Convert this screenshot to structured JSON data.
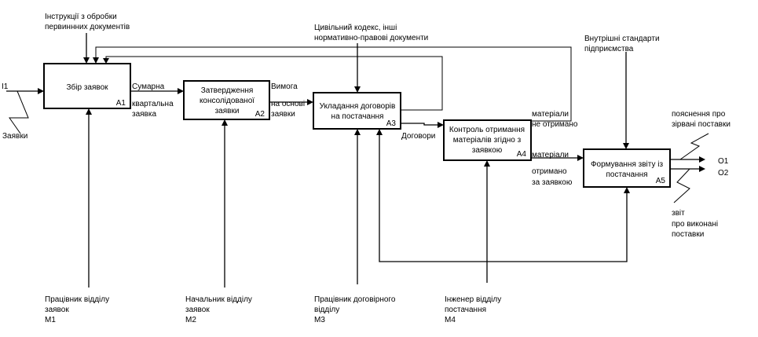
{
  "boxes": [
    {
      "title": [
        "Збір заявок"
      ],
      "id": "A1"
    },
    {
      "title": [
        "Затвердження",
        "консолідованої",
        "заявки"
      ],
      "id": "A2"
    },
    {
      "title": [
        "Укладання договорів",
        "на постачання"
      ],
      "id": "A3"
    },
    {
      "title": [
        "Контроль отримання",
        "матеріалів згідно з",
        "заявкою"
      ],
      "id": "A4"
    },
    {
      "title": [
        "Формування звіту із",
        "постачання"
      ],
      "id": "A5"
    }
  ],
  "inputs": {
    "tag": "I1",
    "label": "Заявки"
  },
  "controls": {
    "c1": [
      "Інструкції з обробки",
      "первиннних документів"
    ],
    "c2": [
      "Цивільний кодекс, інші",
      "нормативно-правові документи"
    ],
    "c3": [
      "Внутрішні стандарти",
      "підприємства"
    ]
  },
  "flows": {
    "a1_a2": [
      "Сумарна",
      "квартальна",
      "заявка"
    ],
    "a2_a3": [
      "Вимога",
      "на основі",
      "заявки"
    ],
    "a3_a4": "Договори",
    "not_received": [
      "матеріали",
      "не отримано"
    ],
    "received": [
      "матеріали",
      "отримано",
      "за заявкою"
    ]
  },
  "outputs": {
    "o1_tag": "O1",
    "o2_tag": "O2",
    "o1_label": [
      "пояснення про",
      "зірвані поставки"
    ],
    "o2_label": [
      "звіт",
      "про виконані",
      "поставки"
    ]
  },
  "mechanisms": [
    {
      "lines": [
        "Працівник відділу",
        "заявок"
      ],
      "tag": "M1"
    },
    {
      "lines": [
        "Начальник відділу",
        "заявок"
      ],
      "tag": "M2"
    },
    {
      "lines": [
        "Працівник договірного",
        "відділу"
      ],
      "tag": "M3"
    },
    {
      "lines": [
        "Інженер відділу",
        "постачання"
      ],
      "tag": "M4"
    }
  ]
}
